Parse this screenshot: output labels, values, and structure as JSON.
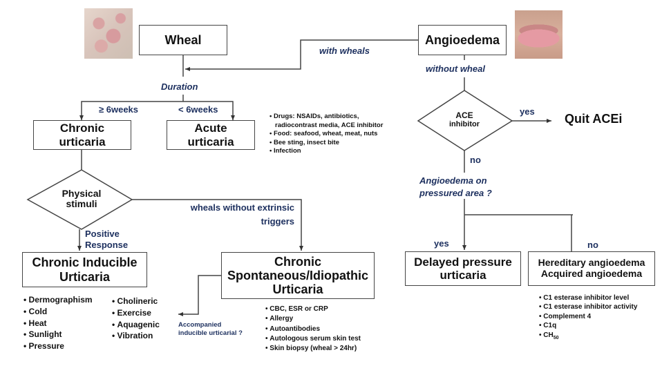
{
  "images": {
    "wheal_photo": "wheal skin photo",
    "angioedema_photo": "swollen lips photo"
  },
  "nodes": {
    "wheal": "Wheal",
    "angioedema": "Angioedema",
    "chronic_urticaria": [
      "Chronic",
      "urticaria"
    ],
    "acute_urticaria": [
      "Acute",
      "urticaria"
    ],
    "physical_stimuli": [
      "Physical",
      "stimuli"
    ],
    "ace_inhibitor": [
      "ACE",
      "inhibitor"
    ],
    "quit_acei": "Quit ACEi",
    "chronic_inducible": [
      "Chronic Inducible",
      "Urticaria"
    ],
    "chronic_spontaneous": [
      "Chronic",
      "Spontaneous/Idiopathic",
      "Urticaria"
    ],
    "delayed_pressure": [
      "Delayed pressure",
      "urticaria"
    ],
    "hereditary": [
      "Hereditary angioedema",
      "Acquired angioedema"
    ]
  },
  "edge_labels": {
    "with_wheals": "with wheals",
    "without_wheal": "without wheal",
    "duration": "Duration",
    "ge_6weeks": "≥  6weeks",
    "lt_6weeks": "<  6weeks",
    "yes_ace": "yes",
    "no_ace": "no",
    "angioedema_pressured": [
      "Angioedema on",
      "pressured area ?"
    ],
    "wheals_without_triggers": [
      "wheals without extrinsic",
      "triggers"
    ],
    "positive_response": [
      "Positive",
      "Response"
    ],
    "yes_pressure": "yes",
    "no_pressure": "no",
    "accompanied": [
      "Accompanied",
      "inducible urticarial ?"
    ]
  },
  "lists": {
    "acute_causes": [
      [
        "Drugs: NSAIDs, antibiotics,",
        "radiocontrast media, ACE inhibitor"
      ],
      [
        "Food: seafood, wheat, meat, nuts"
      ],
      [
        "Bee sting, insect bite"
      ],
      [
        "Infection"
      ]
    ],
    "inducible_col1": [
      "Dermographism",
      "Cold",
      "Heat",
      "Sunlight",
      "Pressure"
    ],
    "inducible_col2": [
      "Cholineric",
      "Exercise",
      "Aquagenic",
      "Vibration"
    ],
    "spontaneous_tests": [
      "CBC, ESR or CRP",
      "Allergy",
      "Autoantibodies",
      "Autologous serum skin test",
      "Skin biopsy (wheal > 24hr)"
    ],
    "angioedema_tests": [
      "C1 esterase inhibitor level",
      "C1 esterase inhibitor activity",
      "Complement 4",
      "C1q"
    ],
    "ch50": {
      "base": "CH",
      "sub": "50"
    }
  },
  "colors": {
    "label_blue": "#1c2f5e",
    "line": "#444444"
  }
}
